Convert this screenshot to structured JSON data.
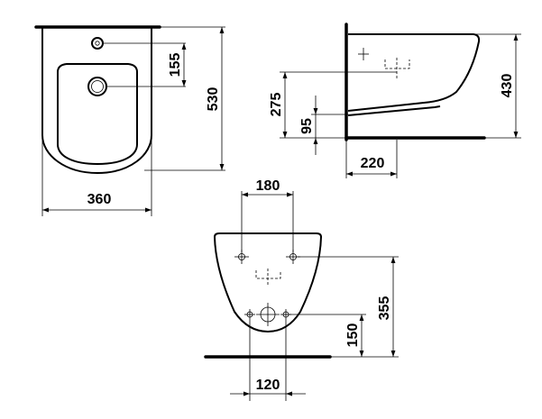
{
  "dimensions": {
    "top_view": {
      "height_label": "530",
      "hole_offset_label": "155",
      "width_label": "360"
    },
    "side_view": {
      "height_label": "430",
      "inlet_height_label": "275",
      "outlet_height_label": "95",
      "depth_label": "220"
    },
    "rear_view": {
      "bolt_spacing_top_label": "180",
      "bolt_height_label": "355",
      "lower_hole_height_label": "150",
      "bolt_spacing_bottom_label": "120"
    }
  }
}
